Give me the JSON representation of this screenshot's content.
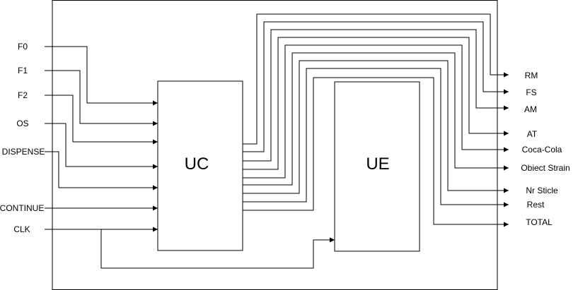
{
  "blocks": {
    "uc": "UC",
    "ue": "UE"
  },
  "inputs": [
    "F0",
    "F1",
    "F2",
    "OS",
    "DISPENSE",
    "CONTINUE",
    "CLK"
  ],
  "outputs": [
    "RM",
    "FS",
    "AM",
    "AT",
    "Coca-Cola",
    "Obiect Strain",
    "Nr Sticle",
    "Rest",
    "TOTAL"
  ]
}
